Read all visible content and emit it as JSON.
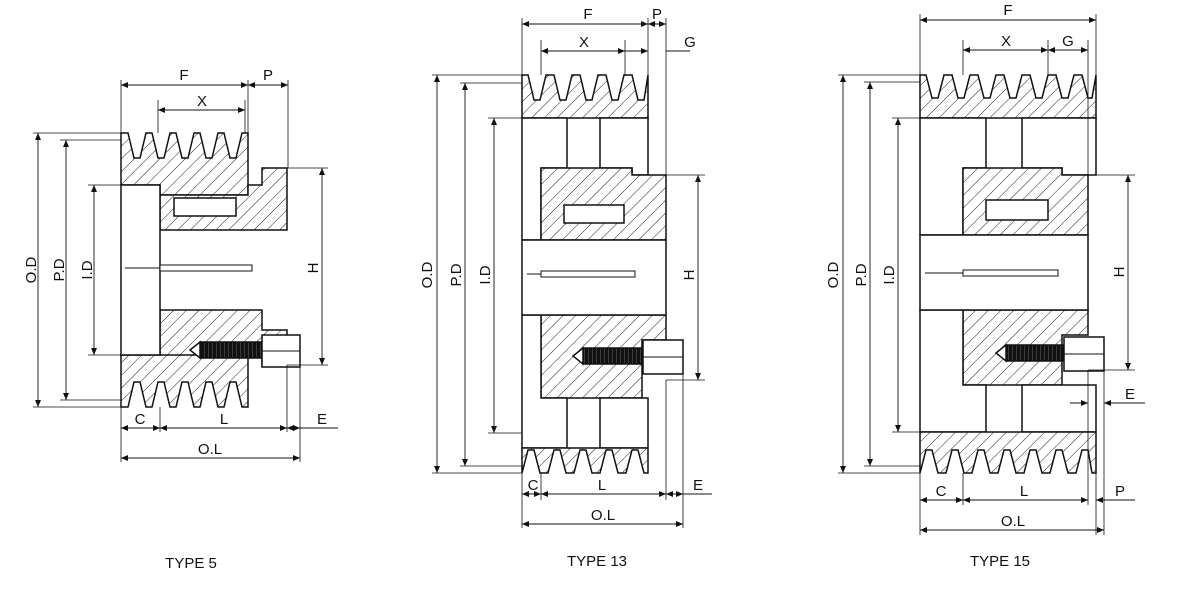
{
  "diagrams": [
    {
      "caption": "TYPE 5",
      "labels": {
        "od": "O.D",
        "pd": "P.D",
        "id": "I.D",
        "h": "H",
        "f": "F",
        "p": "P",
        "x": "X",
        "c": "C",
        "l": "L",
        "e": "E",
        "ol": "O.L"
      }
    },
    {
      "caption": "TYPE 13",
      "labels": {
        "od": "O.D",
        "pd": "P.D",
        "id": "I.D",
        "h": "H",
        "f": "F",
        "p": "P",
        "x": "X",
        "g": "G",
        "c": "C",
        "l": "L",
        "e": "E",
        "ol": "O.L"
      }
    },
    {
      "caption": "TYPE 15",
      "labels": {
        "od": "O.D",
        "pd": "P.D",
        "id": "I.D",
        "h": "H",
        "f": "F",
        "x": "X",
        "g": "G",
        "c": "C",
        "l": "L",
        "e": "E",
        "p": "P",
        "ol": "O.L"
      }
    }
  ]
}
